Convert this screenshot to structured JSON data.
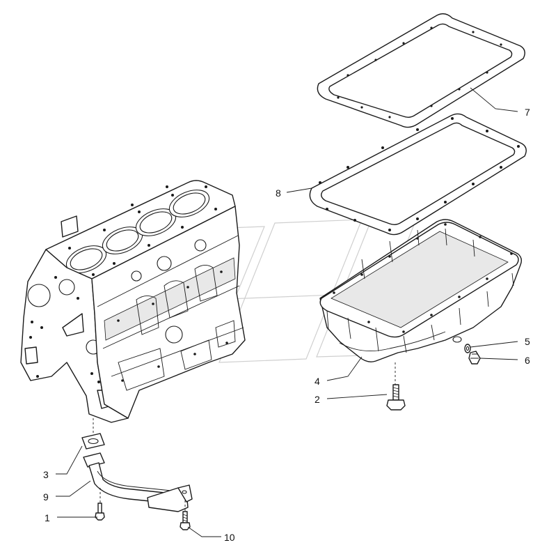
{
  "callouts": [
    {
      "id": "1",
      "label": "1"
    },
    {
      "id": "2",
      "label": "2"
    },
    {
      "id": "3",
      "label": "3"
    },
    {
      "id": "4",
      "label": "4"
    },
    {
      "id": "5",
      "label": "5"
    },
    {
      "id": "6",
      "label": "6"
    },
    {
      "id": "7",
      "label": "7"
    },
    {
      "id": "8",
      "label": "8"
    },
    {
      "id": "9",
      "label": "9"
    },
    {
      "id": "10",
      "label": "10"
    }
  ],
  "colors": {
    "line": "#1a1a1a",
    "background": "#ffffff",
    "watermark": "#cfcfcf"
  }
}
